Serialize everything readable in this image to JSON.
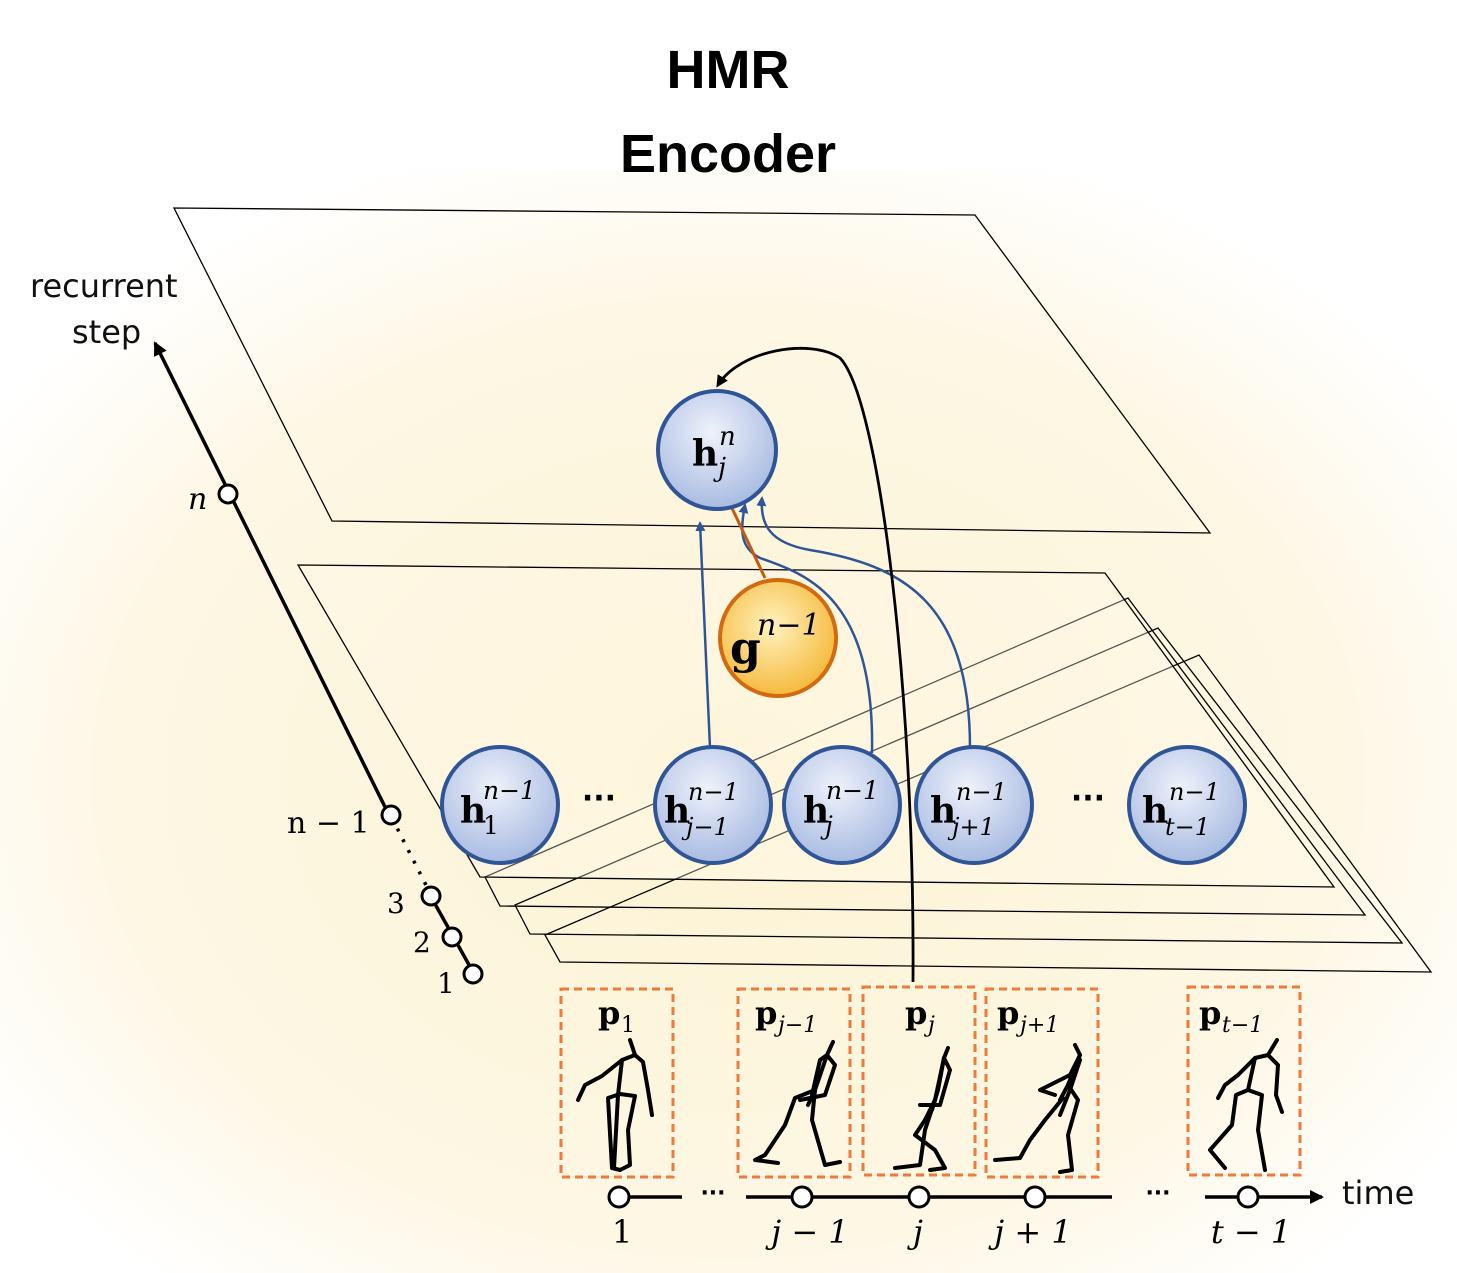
{
  "title": {
    "line1": "HMR",
    "line2": "Encoder"
  },
  "recurrent_axis": {
    "label_line1": "recurrent",
    "label_line2": "step",
    "ticks": [
      "n",
      "n − 1",
      "3",
      "2",
      "1"
    ]
  },
  "time_axis": {
    "label": "time",
    "ticks": [
      "1",
      "j − 1",
      "j",
      "j + 1",
      "t − 1"
    ],
    "ellipsis": "···"
  },
  "top_node": {
    "base": "h",
    "sub": "j",
    "sup": "n"
  },
  "global_node": {
    "base": "g",
    "sup": "n−1"
  },
  "hidden_nodes": [
    {
      "base": "h",
      "sub": "1",
      "sup": "n−1"
    },
    {
      "base": "h",
      "sub": "j−1",
      "sup": "n−1"
    },
    {
      "base": "h",
      "sub": "j",
      "sup": "n−1"
    },
    {
      "base": "h",
      "sub": "j+1",
      "sup": "n−1"
    },
    {
      "base": "h",
      "sub": "t−1",
      "sup": "n−1"
    }
  ],
  "hidden_ellipsis": "···",
  "pose_frames": [
    {
      "base": "p",
      "sub": "1"
    },
    {
      "base": "p",
      "sub": "j−1"
    },
    {
      "base": "p",
      "sub": "j"
    },
    {
      "base": "p",
      "sub": "j+1"
    },
    {
      "base": "p",
      "sub": "t−1"
    }
  ],
  "colors": {
    "background_glow": "#fdf6dc",
    "node_fill_light": "#e6ecf8",
    "node_fill_dark": "#a9bbe3",
    "node_stroke": "#2f5597",
    "global_fill_light": "#fff2b8",
    "global_fill_dark": "#f5b731",
    "global_stroke": "#d46a10",
    "edge_blue": "#2f5597",
    "edge_orange": "#c55a11",
    "frame_dash": "#f07a3a"
  }
}
